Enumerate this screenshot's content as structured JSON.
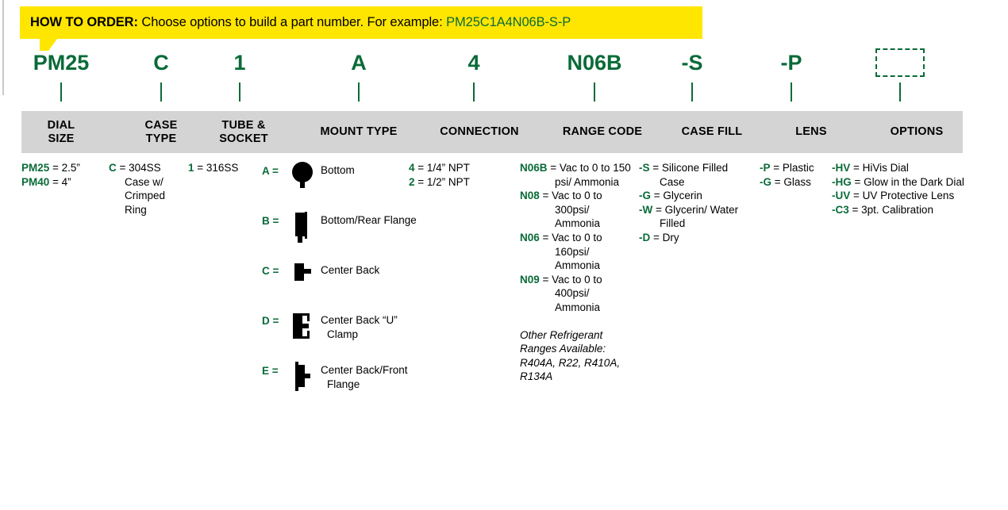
{
  "banner": {
    "heading": "HOW TO ORDER:",
    "instruction": " Choose options to build a part number. For example: ",
    "example": "PM25C1A4N06B-S-P",
    "background": "#ffe600",
    "example_color": "#0a6b38"
  },
  "accent_green": "#0a6b38",
  "header_band_color": "#d4d4d4",
  "part_number": {
    "segments": [
      {
        "value": "PM25",
        "type": "text"
      },
      {
        "value": "C",
        "type": "text"
      },
      {
        "value": "1",
        "type": "text"
      },
      {
        "value": "A",
        "type": "text"
      },
      {
        "value": "4",
        "type": "text"
      },
      {
        "value": "N06B",
        "type": "text"
      },
      {
        "value": "-S",
        "type": "text"
      },
      {
        "value": "-P",
        "type": "text"
      },
      {
        "value": "",
        "type": "dashed-box"
      }
    ]
  },
  "columns": [
    {
      "header": "DIAL\nSIZE",
      "header_line1": "DIAL",
      "header_line2": "SIZE",
      "entries": [
        {
          "code": "PM25",
          "text": " = 2.5”"
        },
        {
          "code": "PM40",
          "text": " = 4”"
        }
      ]
    },
    {
      "header_line1": "CASE",
      "header_line2": "TYPE",
      "entries": [
        {
          "code": "C",
          "text": " = 304SS Case w/ Crimped Ring"
        }
      ]
    },
    {
      "header_line1": "TUBE &",
      "header_line2": "SOCKET",
      "entries": [
        {
          "code": "1",
          "text": " = 316SS"
        }
      ]
    },
    {
      "header_line1": "MOUNT TYPE",
      "header_line2": "",
      "mounts": [
        {
          "code": "A =",
          "icon": "bottom-mount-icon",
          "label": "Bottom"
        },
        {
          "code": "B =",
          "icon": "bottom-rear-flange-icon",
          "label": "Bottom/Rear Flange"
        },
        {
          "code": "C =",
          "icon": "center-back-icon",
          "label": "Center Back"
        },
        {
          "code": "D =",
          "icon": "center-back-u-clamp-icon",
          "label": "Center Back “U” Clamp"
        },
        {
          "code": "E =",
          "icon": "center-back-front-flange-icon",
          "label": "Center Back/Front Flange"
        }
      ]
    },
    {
      "header_line1": "CONNECTION",
      "header_line2": "",
      "entries": [
        {
          "code": "4",
          "text": " = 1/4” NPT"
        },
        {
          "code": "2",
          "text": " = 1/2” NPT"
        }
      ]
    },
    {
      "header_line1": "RANGE CODE",
      "header_line2": "",
      "entries": [
        {
          "code": "N06B",
          "text": " = Vac to 0 to 150 psi/ Ammonia"
        },
        {
          "code": "N08",
          "text": " = Vac to 0 to 300psi/ Ammonia"
        },
        {
          "code": "N06",
          "text": " = Vac to 0 to 160psi/ Ammonia"
        },
        {
          "code": "N09",
          "text": " = Vac to 0 to 400psi/ Ammonia"
        }
      ],
      "note": "Other Refrigerant Ranges Available: R404A, R22, R410A, R134A"
    },
    {
      "header_line1": "CASE FILL",
      "header_line2": "",
      "entries": [
        {
          "code": "-S",
          "text": " = Silicone Filled Case"
        },
        {
          "code": "-G",
          "text": " = Glycerin"
        },
        {
          "code": "-W",
          "text": " = Glycerin/ Water Filled"
        },
        {
          "code": "-D",
          "text": " = Dry"
        }
      ]
    },
    {
      "header_line1": "LENS",
      "header_line2": "",
      "entries": [
        {
          "code": "-P",
          "text": " = Plastic"
        },
        {
          "code": "-G",
          "text": " = Glass"
        }
      ]
    },
    {
      "header_line1": "OPTIONS",
      "header_line2": "",
      "entries": [
        {
          "code": "-HV",
          "text": " = HiVis Dial"
        },
        {
          "code": "-HG",
          "text": " = Glow in the Dark Dial"
        },
        {
          "code": "-UV",
          "text": " = UV Protective Lens"
        },
        {
          "code": "-C3",
          "text": " = 3pt. Calibration"
        }
      ]
    }
  ]
}
